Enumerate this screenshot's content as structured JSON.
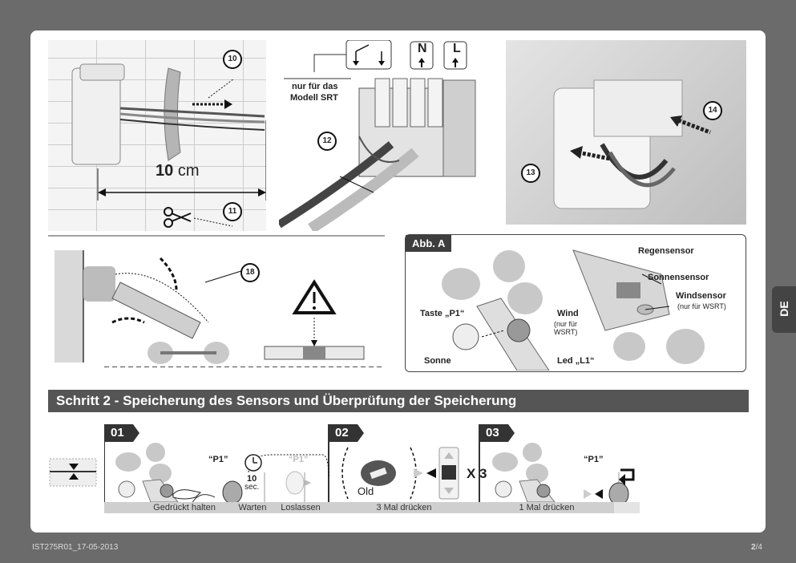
{
  "top": {
    "badge_10": "10",
    "badge_11": "11",
    "badge_12": "12",
    "badge_13": "13",
    "badge_14": "14",
    "measure_num": "10",
    "measure_unit": "cm",
    "srt_line1": "nur für das",
    "srt_line2": "Modell SRT",
    "term_n": "N",
    "term_l": "L"
  },
  "middle": {
    "badge_18": "18",
    "abb_title": "Abb. A",
    "taste": "Taste „P1“",
    "wind": "Wind",
    "wind_sub1": "(nur für",
    "wind_sub2": "WSRT)",
    "sonne": "Sonne",
    "led": "Led „L1“",
    "regen": "Regensensor",
    "sonnensensor": "Sonnensensor",
    "windsensor": "Windsensor",
    "windsensor_sub": "(nur für WSRT)"
  },
  "step2": {
    "title": "Schritt 2 - Speicherung des Sensors und Überprüfung der Speicherung",
    "s01": "01",
    "s02": "02",
    "s03": "03",
    "p1_a": "“P1”",
    "p1_b": "“P1”",
    "p1_c": "“P1”",
    "wait_num": "10",
    "wait_unit": "sec.",
    "old": "Old",
    "times3": "X 3",
    "cap_hold": "Gedrückt halten",
    "cap_wait": "Warten",
    "cap_release": "Loslassen",
    "cap_3x": "3 Mal drücken",
    "cap_1x": "1 Mal drücken"
  },
  "side_tab": "DE",
  "footer": {
    "doc_id": "IST275R01_17-05-2013",
    "page_num": "2",
    "page_total": "/4"
  }
}
